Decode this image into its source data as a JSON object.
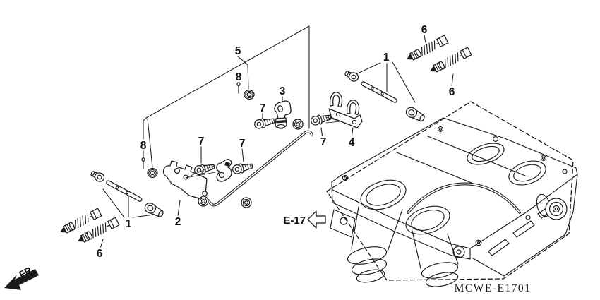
{
  "diagram": {
    "code": "MCWE-E1701",
    "reference": {
      "label": "E-17"
    },
    "front_indicator": {
      "label": "FR."
    },
    "ink_color": "#1a1a1a",
    "background_color": "#ffffff",
    "callouts": [
      {
        "label": "5"
      },
      {
        "label": "8"
      },
      {
        "label": "3"
      },
      {
        "label": "7"
      },
      {
        "label": "1"
      },
      {
        "label": "6"
      },
      {
        "label": "6"
      },
      {
        "label": "8"
      },
      {
        "label": "7"
      },
      {
        "label": "7"
      },
      {
        "label": "7"
      },
      {
        "label": "4"
      },
      {
        "label": "1"
      },
      {
        "label": "2"
      },
      {
        "label": "6"
      }
    ]
  }
}
